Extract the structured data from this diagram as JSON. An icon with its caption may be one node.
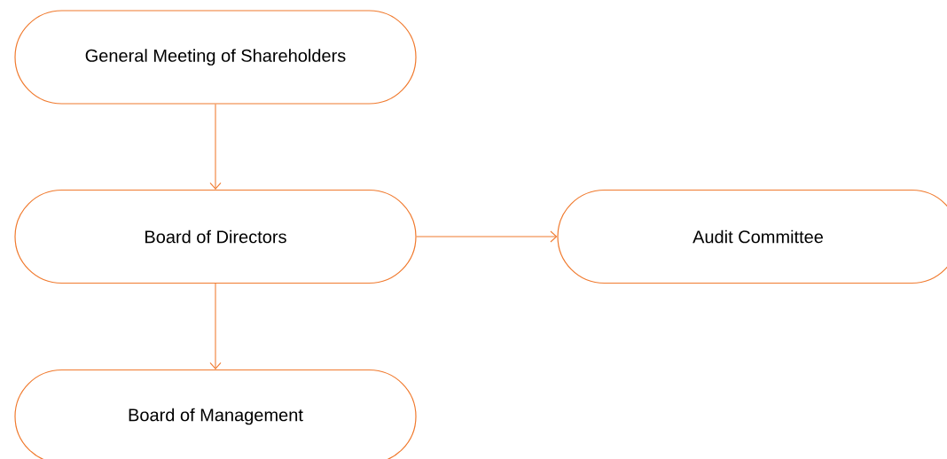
{
  "diagram": {
    "nodes": [
      {
        "text": [
          "General Meeting of Shareholders"
        ]
      },
      {
        "text": [
          "Board of Directors"
        ]
      },
      {
        "text": [
          "Audit Committee"
        ]
      },
      {
        "text": [
          "Board of Management"
        ]
      }
    ],
    "edges": [
      {
        "from": 0,
        "to": 1,
        "arrow": "to"
      },
      {
        "from": 1,
        "to": 2,
        "arrow": "to"
      },
      {
        "from": 1,
        "to": 3,
        "arrow": "to"
      }
    ]
  }
}
